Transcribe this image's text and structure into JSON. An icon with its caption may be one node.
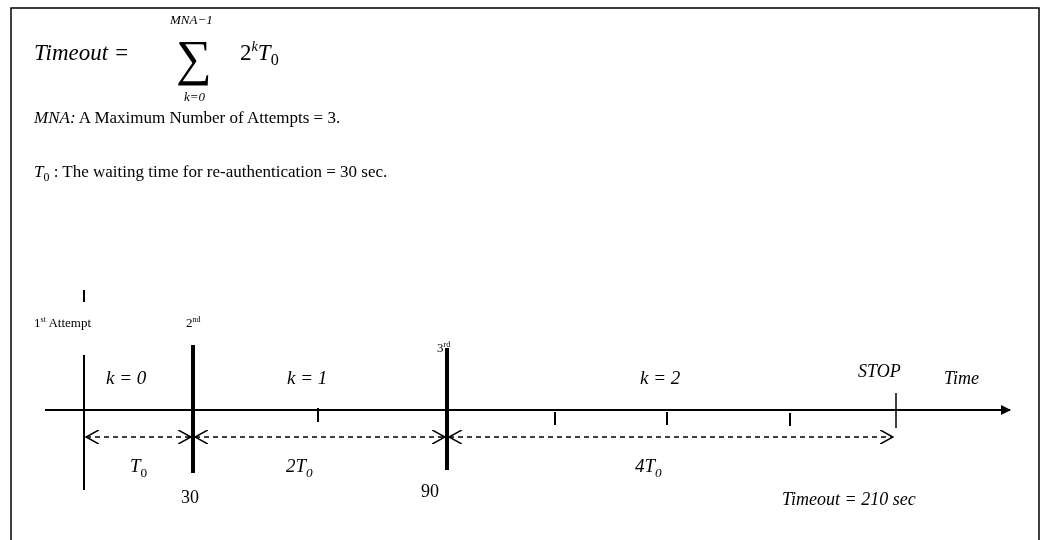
{
  "diagram": {
    "labels": [
      "Timeout =",
      "MNA−1",
      "∑",
      "k=0",
      "2$^{k}$*T*$_{0}$",
      "*MNA:* A Maximum Number of Attempts = 3.",
      "*T*$_{0}$ : The waiting time for re-authentication = 30 sec.",
      "1$^{st}$ Attempt",
      "2$^{nd}$",
      "3$^{rd}$",
      "k = 0",
      "k = 1",
      "k = 2",
      "STOP",
      "Time",
      "*T*$_{0}$",
      "2T$_{0}$",
      "4T$_{0}$",
      "30",
      "90",
      "Timeout = 210 sec"
    ]
  }
}
